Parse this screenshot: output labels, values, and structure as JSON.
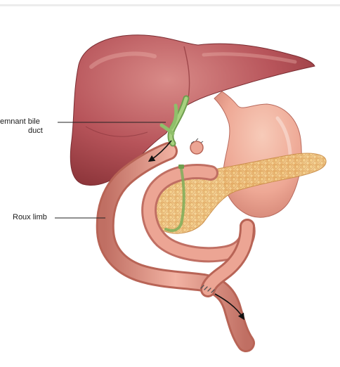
{
  "labels": {
    "remnant_bile_duct_line1": "emnant bile",
    "remnant_bile_duct_line2": "duct",
    "roux_limb": "Roux limb"
  },
  "colors": {
    "liver": "#b7545a",
    "liver_highlight": "#d98b88",
    "bowel": "#e39c8c",
    "bowel_shadow": "#c06f63",
    "stomach": "#eea895",
    "pancreas": "#f1c27a",
    "bile_duct": "#8fbf6a",
    "staples": "#555555",
    "arrow": "#111111",
    "leader_line": "#222222"
  }
}
